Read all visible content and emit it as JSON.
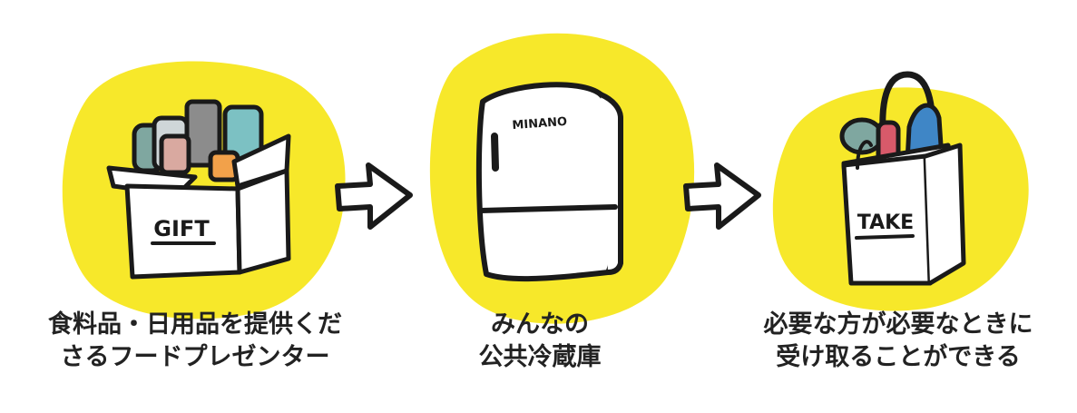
{
  "colors": {
    "blob": "#f7e82a",
    "ink": "#1a1a1a",
    "paper": "#ffffff",
    "text": "#222222"
  },
  "steps": [
    {
      "illustration": "gift-box-icon",
      "box_label": "GIFT",
      "caption_line1": "食料品・日用品を提供くだ",
      "caption_line2": "さるフードプレゼンター"
    },
    {
      "illustration": "refrigerator-icon",
      "fridge_label": "MINANO",
      "caption_line1": "みんなの",
      "caption_line2": "公共冷蔵庫"
    },
    {
      "illustration": "shopping-bag-icon",
      "bag_label": "TAKE",
      "caption_line1": "必要な方が必要なときに",
      "caption_line2": "受け取ることができる"
    }
  ],
  "arrows": [
    "arrow-right-icon",
    "arrow-right-icon"
  ]
}
